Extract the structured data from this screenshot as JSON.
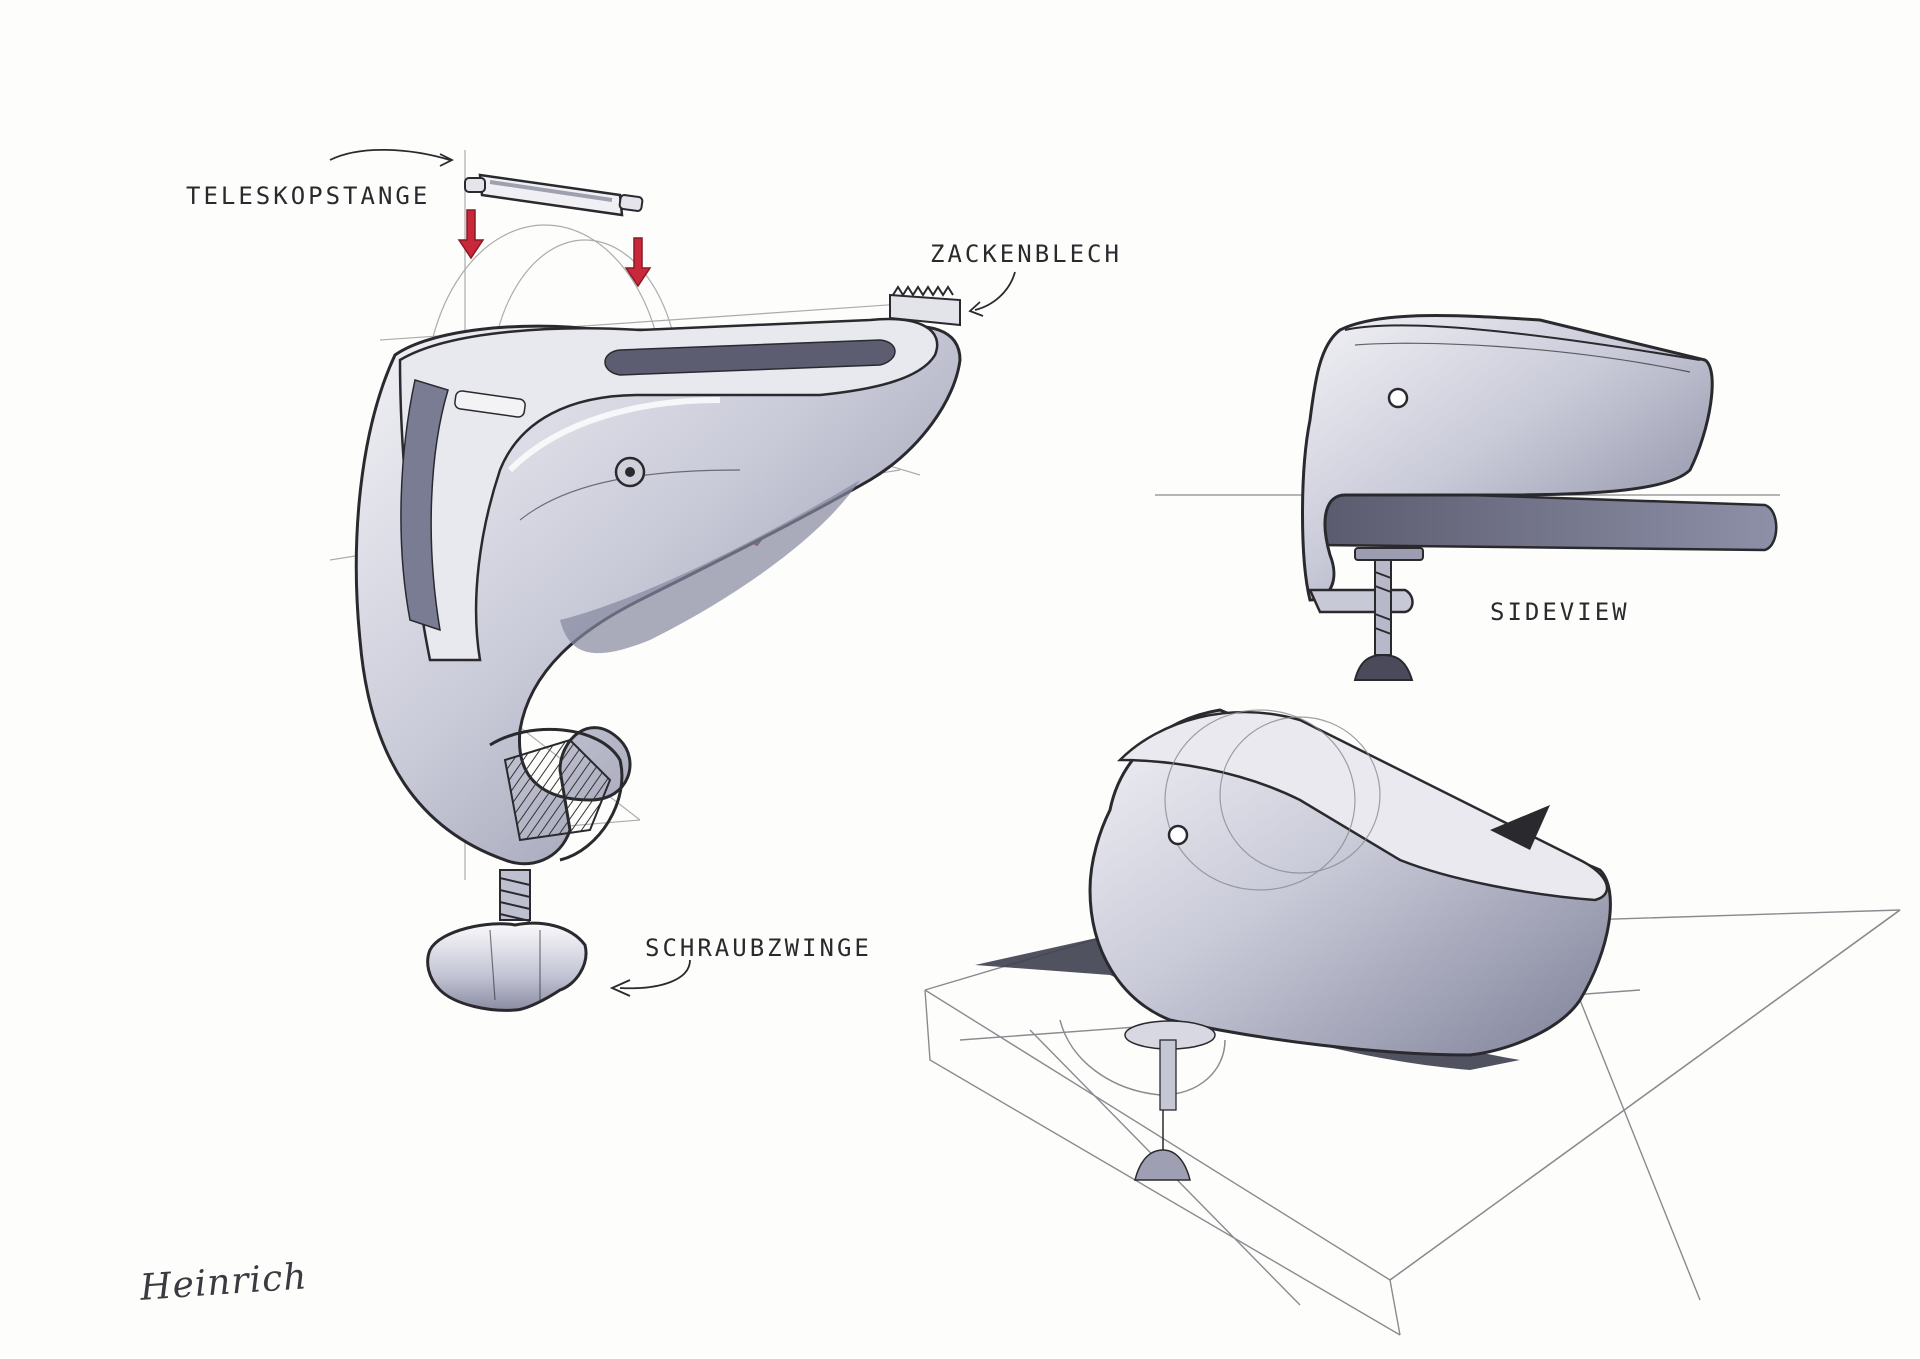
{
  "labels": {
    "teleskopstange": "TELESKOPSTANGE",
    "zackenblech": "ZACKENBLECH",
    "sideview": "SIDEVIEW",
    "schraubzwinge": "SCHRAUBZWINGE"
  },
  "signature": "Heinrich",
  "colors": {
    "paper": "#fdfdfc",
    "ink": "#2a2a2e",
    "marker_gray": "#8e90a8",
    "marker_dark": "#4a4a5a",
    "accent_red": "#c8283a"
  }
}
